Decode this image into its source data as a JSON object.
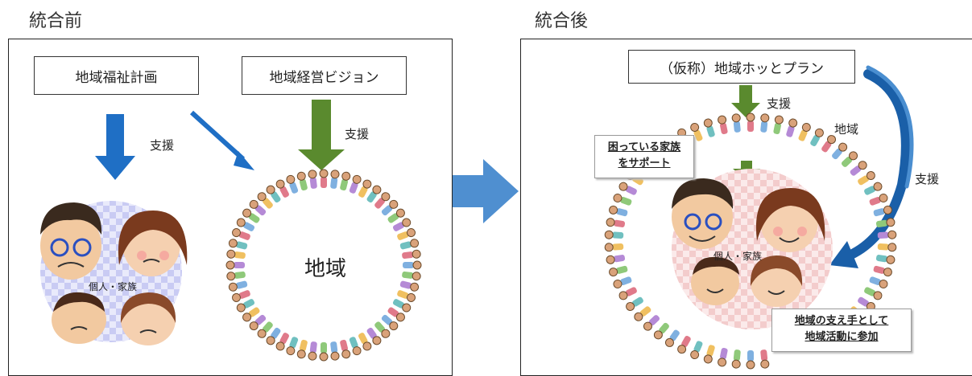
{
  "before": {
    "title": "統合前",
    "plan_box": "地域福祉計画",
    "vision_box": "地域経営ビジョン",
    "support_label": "支援",
    "family_label": "個人・家族",
    "community_label": "地域"
  },
  "after": {
    "title": "統合後",
    "plan_box": "（仮称）地域ホッとプラン",
    "support_label_top": "支援",
    "support_label_right": "支援",
    "community_label": "地域",
    "family_label": "個人・家族",
    "callout_top": [
      "困っている家族",
      "をサポート"
    ],
    "callout_bottom": [
      "地域の支え手として",
      "地域活動に参加"
    ]
  },
  "colors": {
    "blue_arrow": "#1f6fc5",
    "green_arrow": "#5a8a2e",
    "transition_arrow": "#4f8fd0",
    "ring_figures": [
      "#e07a8a",
      "#7fb0e0",
      "#8fc97a",
      "#b58ad6",
      "#f0c060",
      "#70c0c0"
    ]
  },
  "icons": {
    "transition": "right-arrow-icon",
    "family": "family-faces-icon",
    "community": "people-ring-icon"
  }
}
